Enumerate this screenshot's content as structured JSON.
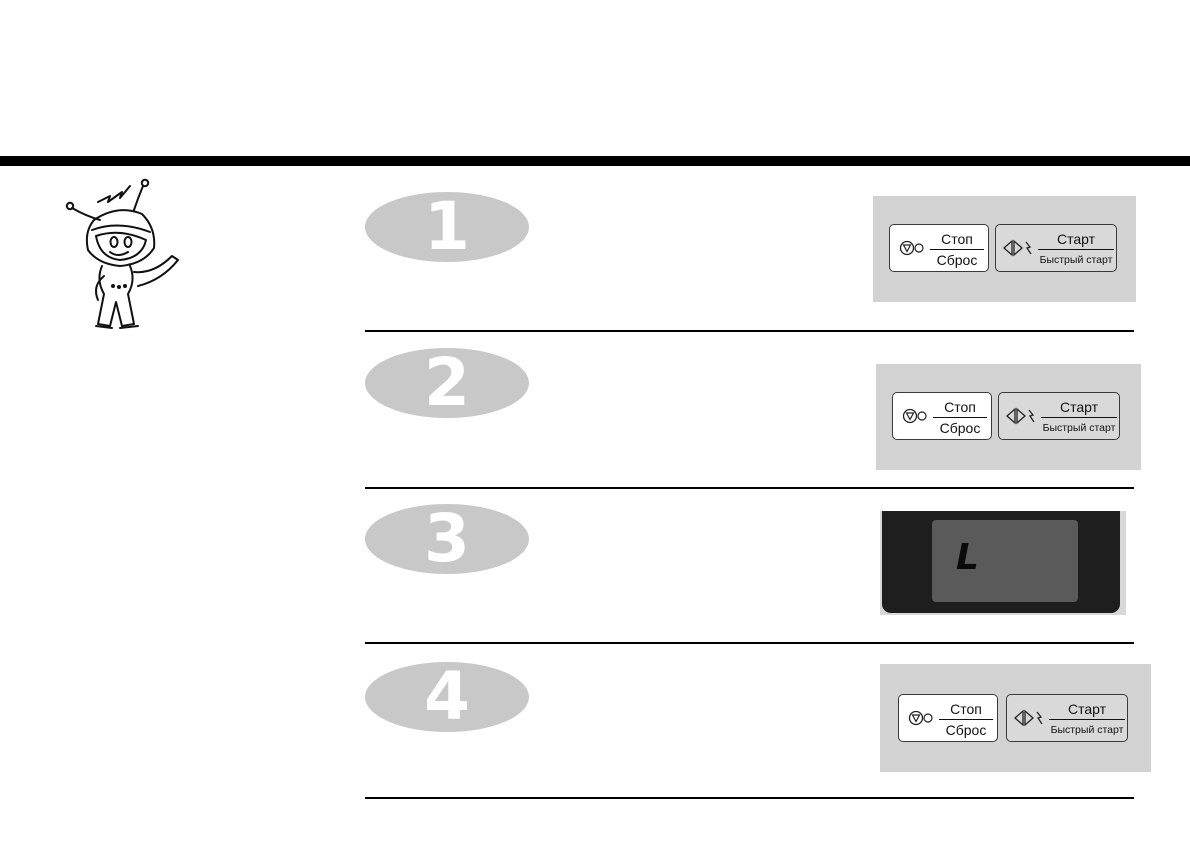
{
  "steps": [
    {
      "number": "1",
      "panel": {
        "stop_top": "Стоп",
        "stop_bottom": "Сброс",
        "start_top": "Старт",
        "start_bottom": "Быстрый старт"
      }
    },
    {
      "number": "2",
      "panel": {
        "stop_top": "Стоп",
        "stop_bottom": "Сброс",
        "start_top": "Старт",
        "start_bottom": "Быстрый старт"
      }
    },
    {
      "number": "3",
      "display": {
        "text": "L"
      }
    },
    {
      "number": "4",
      "panel": {
        "stop_top": "Стоп",
        "stop_bottom": "Сброс",
        "start_top": "Старт",
        "start_bottom": "Быстрый старт"
      }
    }
  ],
  "icons": {
    "mascot": "cartoon-character-illustration",
    "stop": "stop-icon",
    "start": "start-icon"
  },
  "colors": {
    "badge": "#c8c8c8",
    "panel": "#d2d2d2",
    "rule": "#000000",
    "display": "#1e1e1e"
  }
}
